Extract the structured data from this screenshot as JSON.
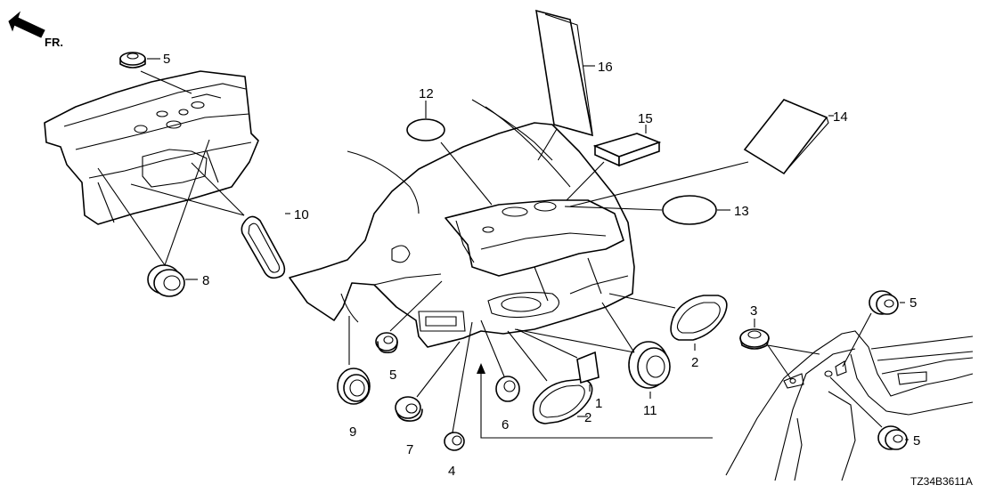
{
  "diagram": {
    "direction_label": "FR.",
    "drawing_code": "TZ34B3611A",
    "callouts": [
      {
        "id": "c1",
        "label": "1"
      },
      {
        "id": "c2a",
        "label": "2"
      },
      {
        "id": "c2b",
        "label": "2"
      },
      {
        "id": "c3",
        "label": "3"
      },
      {
        "id": "c4",
        "label": "4"
      },
      {
        "id": "c5a",
        "label": "5"
      },
      {
        "id": "c5b",
        "label": "5"
      },
      {
        "id": "c5c",
        "label": "5"
      },
      {
        "id": "c5d",
        "label": "5"
      },
      {
        "id": "c6",
        "label": "6"
      },
      {
        "id": "c7",
        "label": "7"
      },
      {
        "id": "c8",
        "label": "8"
      },
      {
        "id": "c9",
        "label": "9"
      },
      {
        "id": "c10",
        "label": "10"
      },
      {
        "id": "c11",
        "label": "11"
      },
      {
        "id": "c12",
        "label": "12"
      },
      {
        "id": "c13",
        "label": "13"
      },
      {
        "id": "c14",
        "label": "14"
      },
      {
        "id": "c15",
        "label": "15"
      },
      {
        "id": "c16",
        "label": "16"
      }
    ]
  }
}
